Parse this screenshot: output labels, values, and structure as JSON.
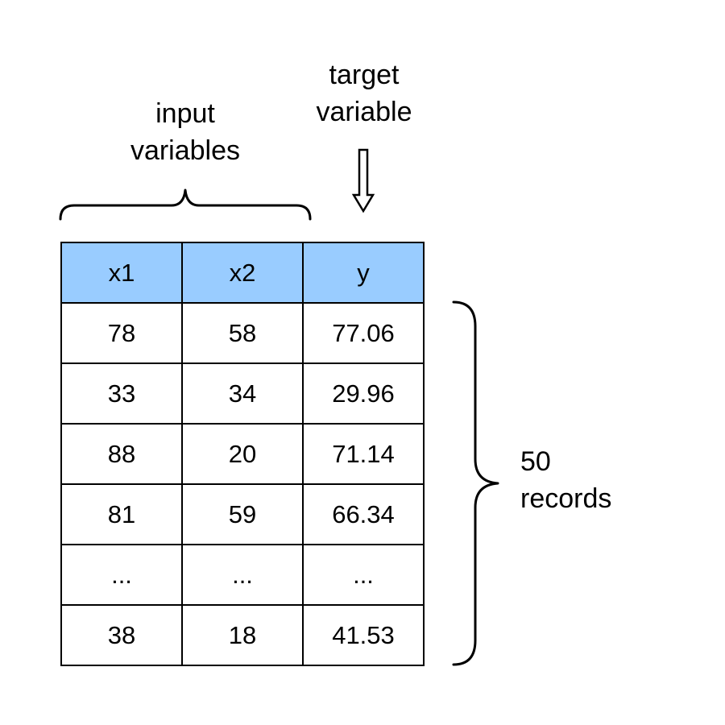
{
  "annotations": {
    "input_line1": "input",
    "input_line2": "variables",
    "target_line1": "target",
    "target_line2": "variable",
    "records_line1": "50",
    "records_line2": "records"
  },
  "table": {
    "header_color": "#99ccff",
    "headers": [
      "x1",
      "x2",
      "y"
    ],
    "rows": [
      [
        "78",
        "58",
        "77.06"
      ],
      [
        "33",
        "34",
        "29.96"
      ],
      [
        "88",
        "20",
        "71.14"
      ],
      [
        "81",
        "59",
        "66.34"
      ],
      [
        "...",
        "...",
        "..."
      ],
      [
        "38",
        "18",
        "41.53"
      ]
    ]
  }
}
